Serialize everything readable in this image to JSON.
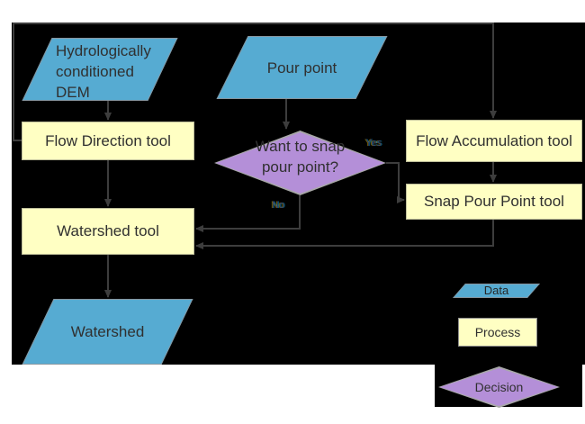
{
  "nodes": {
    "dem": {
      "line1": "Hydrologically",
      "line2": "conditioned",
      "line3": "DEM"
    },
    "pour_point": {
      "label": "Pour point"
    },
    "flow_direction": {
      "label": "Flow Direction tool"
    },
    "flow_accumulation": {
      "label": "Flow Accumulation tool"
    },
    "decision": {
      "line1": "Want to snap",
      "line2": "pour point?"
    },
    "snap_pour_point": {
      "label": "Snap Pour Point tool"
    },
    "watershed_tool": {
      "label": "Watershed tool"
    },
    "watershed_output": {
      "label": "Watershed"
    }
  },
  "edge_labels": {
    "yes": "Yes",
    "no": "No"
  },
  "legend": {
    "data": "Data",
    "process": "Process",
    "decision": "Decision"
  },
  "colors": {
    "data_fill": "#56abd2",
    "process_fill": "#ffffc3",
    "decision_fill": "#b48fd8",
    "connector": "#3d3d3d",
    "canvas_background": "#000000",
    "page_background": "#ffffff",
    "text": "#303030"
  }
}
